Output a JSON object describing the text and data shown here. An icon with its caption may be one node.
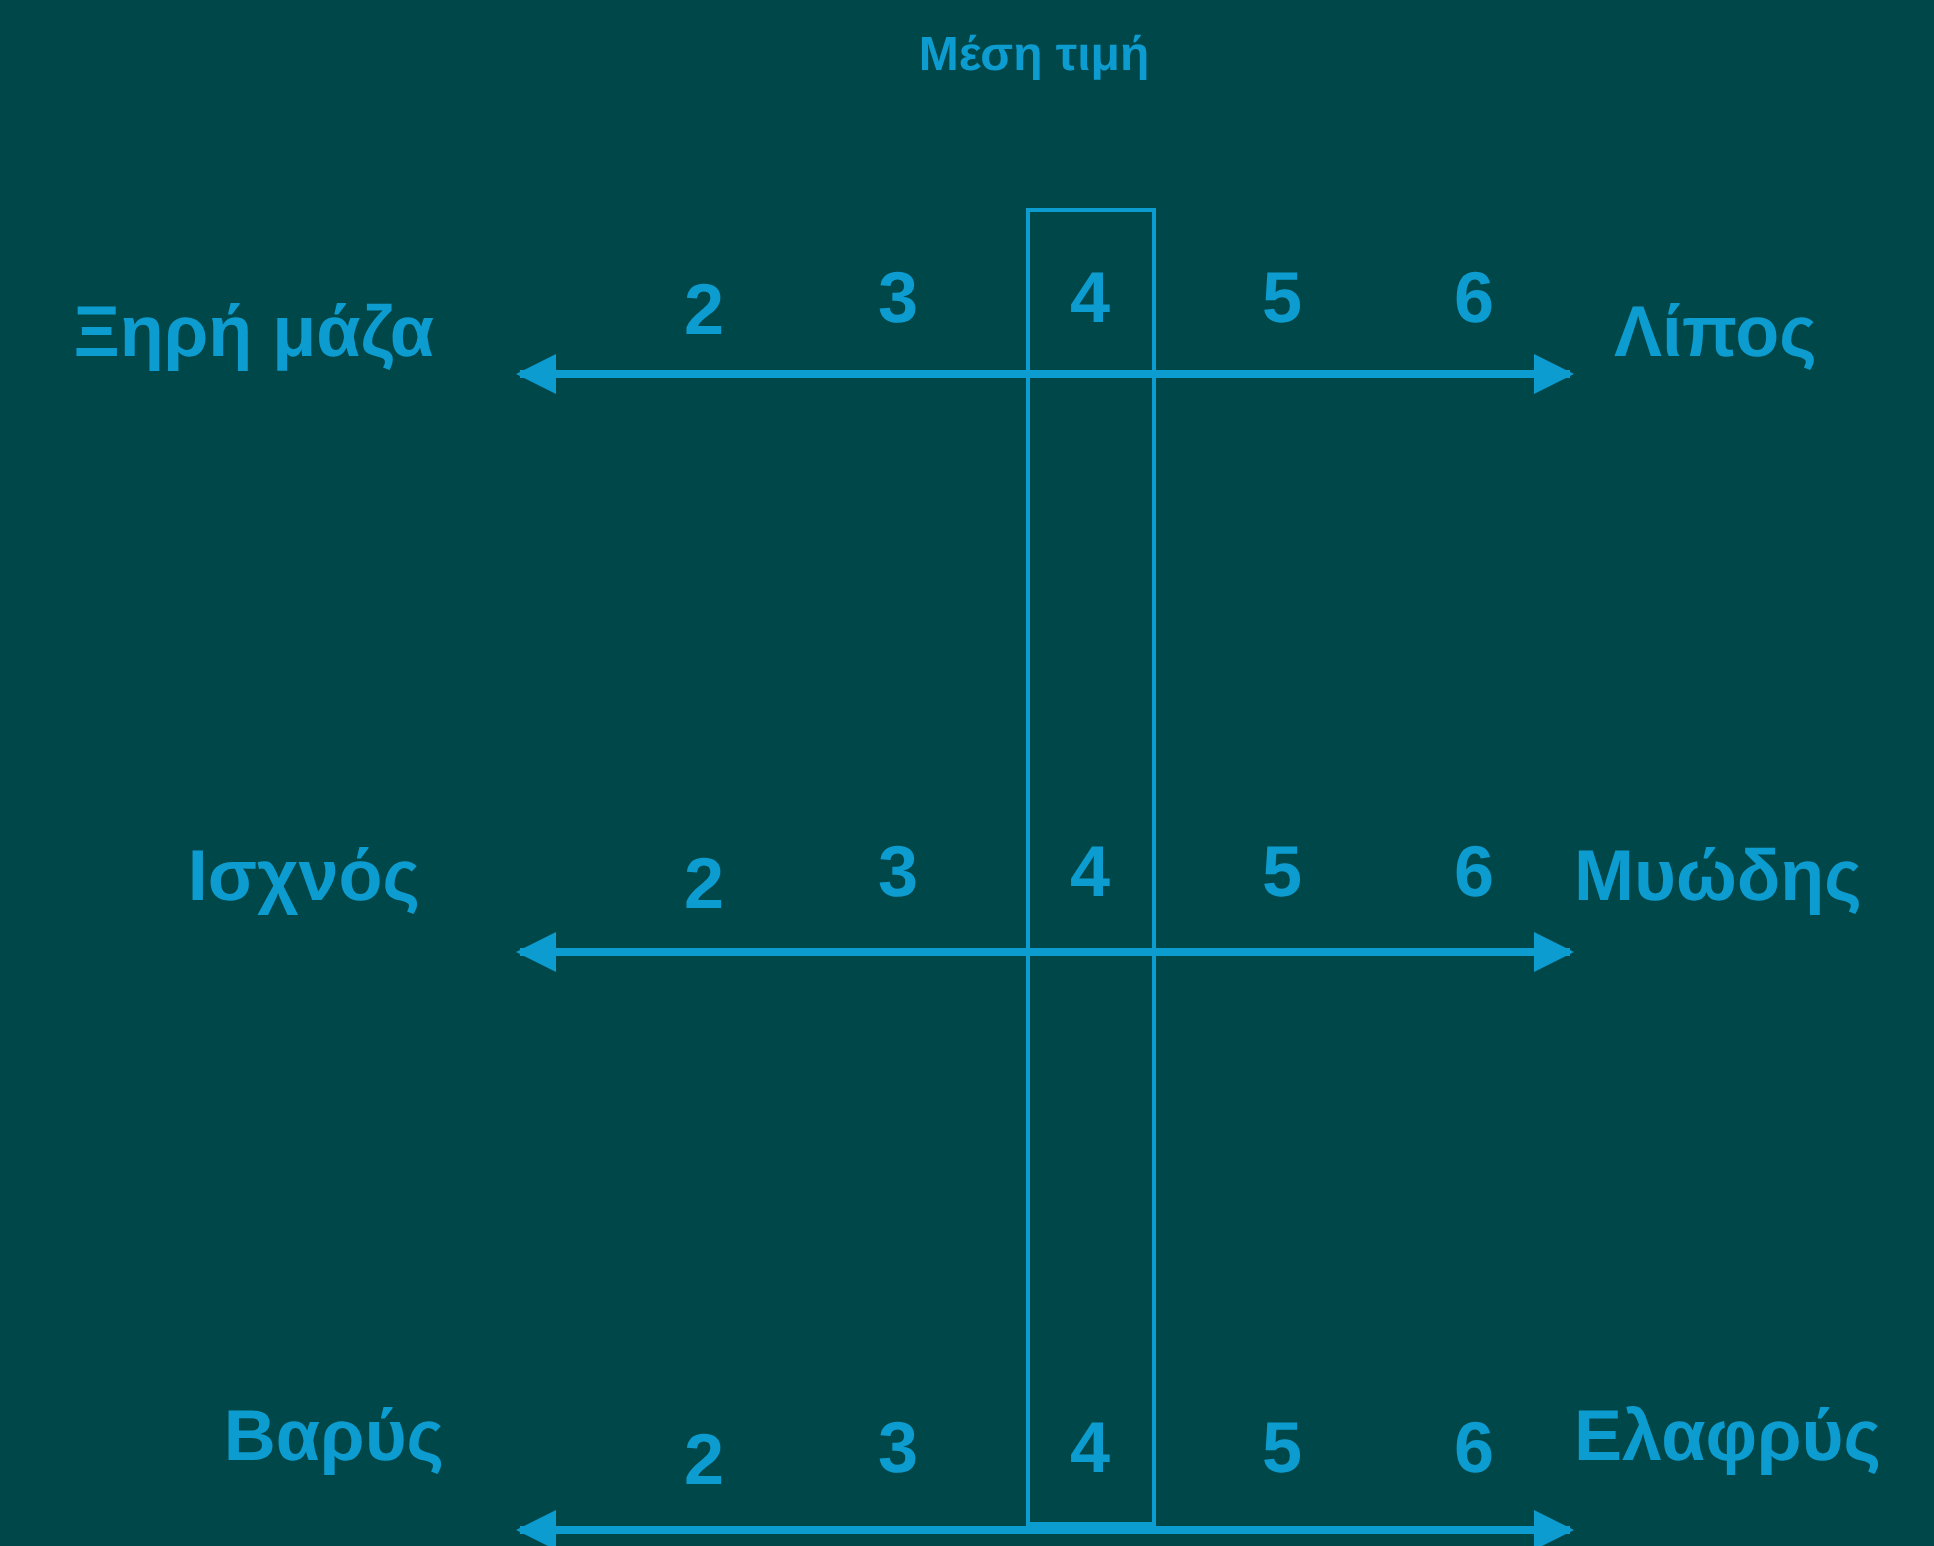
{
  "diagram": {
    "title": "Μέση τιμή",
    "labels": [
      "Ξηρή μάζα",
      "2",
      "3",
      "4",
      "5",
      "6",
      "Λίπος",
      "Ισχνός",
      "2",
      "3",
      "4",
      "5",
      "6",
      "Μυώδης",
      "Βαρύς",
      "2",
      "3",
      "4",
      "5",
      "6",
      "Ελαφρύς"
    ]
  }
}
